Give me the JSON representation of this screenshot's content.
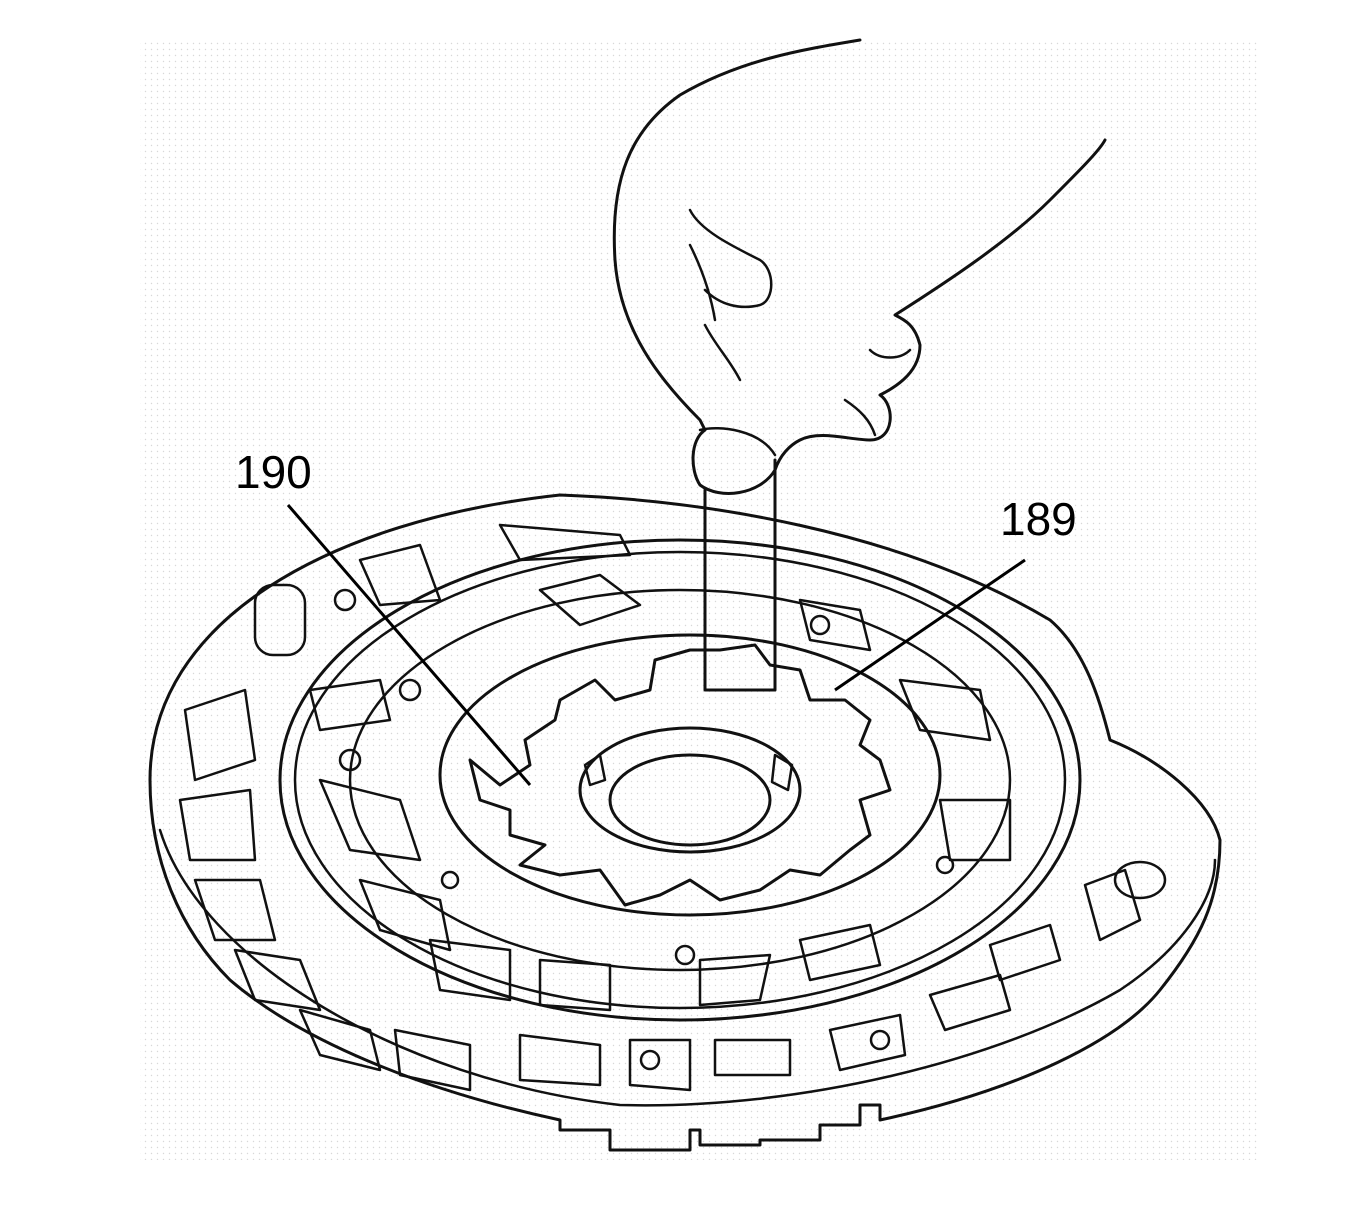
{
  "figure": {
    "callouts": [
      {
        "id": "190",
        "label": "190"
      },
      {
        "id": "189",
        "label": "189"
      }
    ],
    "colors": {
      "line": "#111111",
      "background": "#ffffff",
      "stipple": "#d8d8d8"
    }
  }
}
